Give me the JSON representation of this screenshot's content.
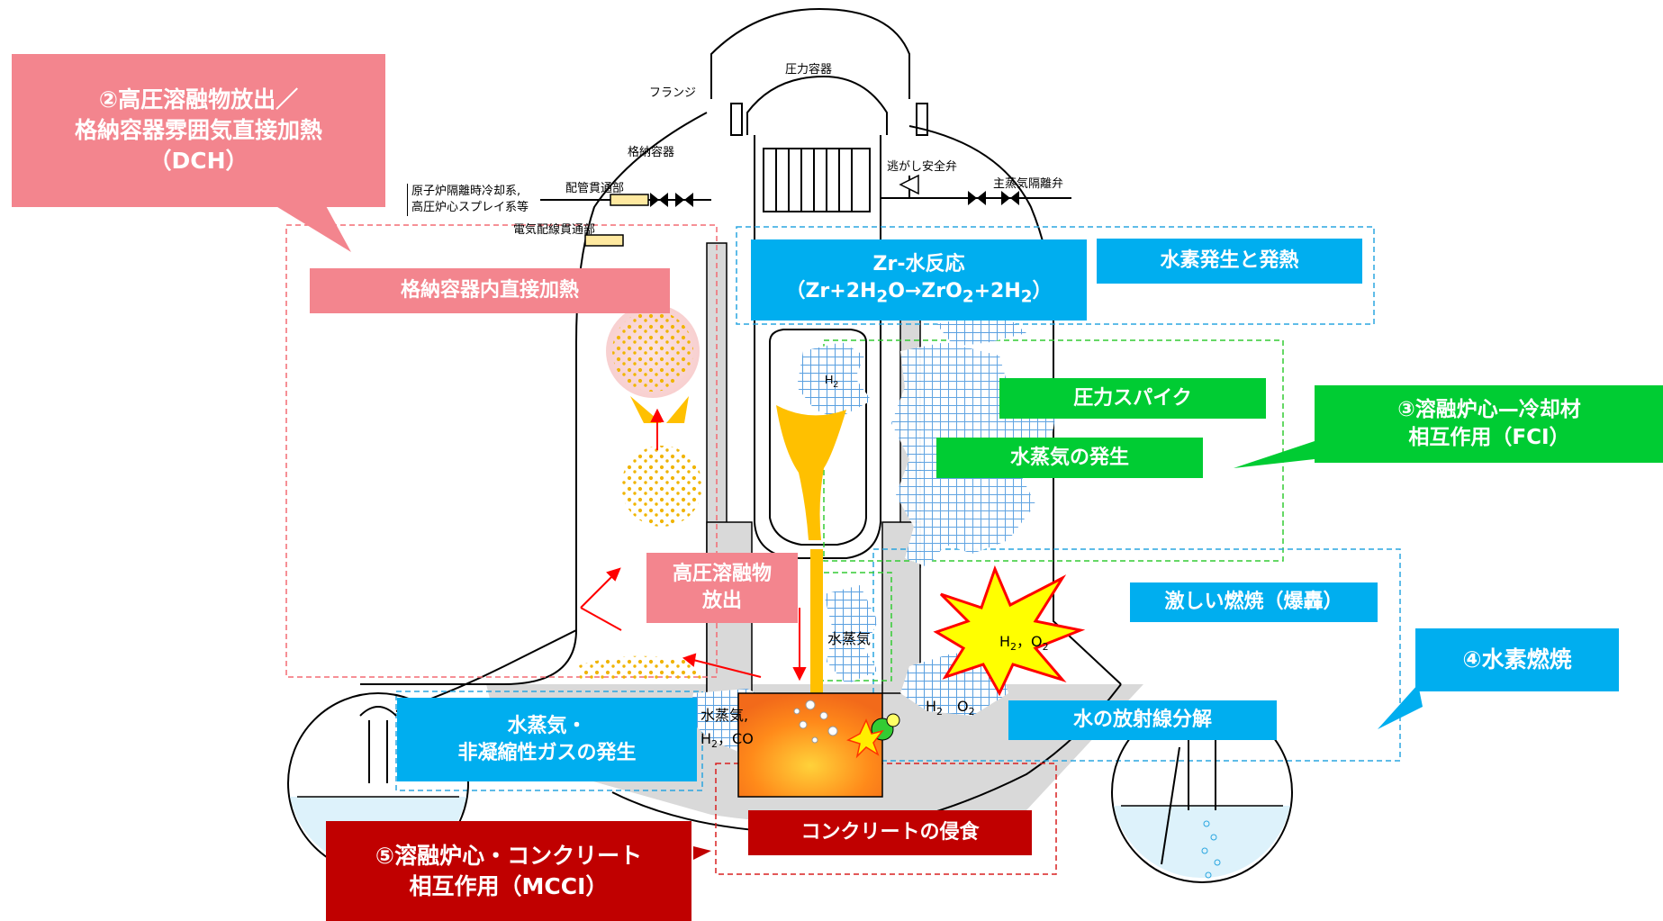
{
  "colors": {
    "blue": "#00aeef",
    "green": "#00cc33",
    "pink": "#f3858e",
    "dark_red": "#c00000",
    "steam_pattern": "#5aa0e0",
    "melt": "#ffc000",
    "containment_fill": "#d9d9d9",
    "pool_water": "#ddf2fb"
  },
  "callouts": {
    "dch": "②高圧溶融物放出／\n格納容器雰囲気直接加熱\n（DCH）",
    "fci": "③溶融炉心—冷却材\n相互作用（FCI）",
    "h2_burn": "④水素燃焼",
    "mcci": "⑤溶融炉心・コンクリート\n相互作用（MCCI）"
  },
  "phenomena": {
    "direct_heating": "格納容器内直接加熱",
    "zr_reaction_title": "Zr-水反応",
    "zr_reaction_eq_html": "（Zr+2H<sub>2</sub>O→ZrO<sub>2</sub>+2H<sub>2</sub>）",
    "h2_generation": "水素発生と発熱",
    "pressure_spike": "圧力スパイク",
    "steam_generation": "水蒸気の発生",
    "violent_combustion": "激しい燃焼（爆轟）",
    "radiolysis": "水の放射線分解",
    "hp_melt_ejection": "高圧溶融物\n放出",
    "gas_generation": "水蒸気・\n非凝縮性ガスの発生",
    "concrete_erosion": "コンクリートの侵食"
  },
  "component_labels": {
    "flange": "フランジ",
    "pressure_vessel": "圧力容器",
    "containment": "格納容器",
    "pipe_penetration": "配管貫通部",
    "cooling_systems": "原子炉隔離時冷却系,\n高圧炉心スプレイ系等",
    "electrical_penetration": "電気配線貫通部",
    "relief_valve": "逃がし安全弁",
    "msiv": "主蒸気隔離弁"
  },
  "inline_labels": {
    "h2": "H",
    "h2_sub": "2",
    "steam": "水蒸気",
    "steam_gases_line1": "水蒸気,",
    "steam_gases_line2_html": "H<tspan font-size=\"11\" dy=\"4\">2</tspan><tspan dy=\"-4\">，CO</tspan>",
    "h2_o2_burst_html": "H<tspan font-size=\"11\" dy=\"4\">2</tspan><tspan dy=\"-4\">，O</tspan><tspan font-size=\"11\" dy=\"4\">2</tspan>",
    "h2_o2_pool_html": "H<tspan font-size=\"11\" dy=\"4\">2</tspan><tspan dy=\"-4\">　O</tspan><tspan font-size=\"11\" dy=\"4\">2</tspan>"
  }
}
